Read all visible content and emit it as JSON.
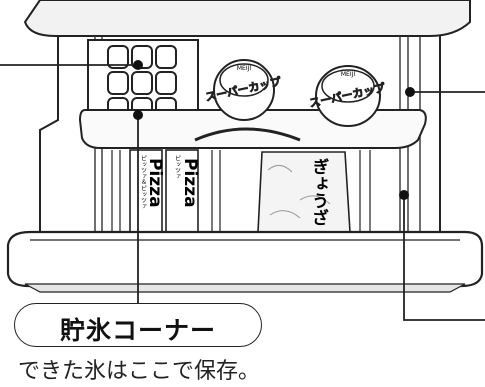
{
  "callout": {
    "label": "貯氷コーナー",
    "caption": "できた氷はここで保存。"
  },
  "package_text": {
    "cup_logo": "スーパーカップ",
    "cup_brand": "MEIJI",
    "pizza_word": "Pizza",
    "pizza_small": "ピッツァ",
    "pizza_small2": "ピッツァ＆ピッツァ",
    "bag_text": "ぎょうざ"
  },
  "colors": {
    "line": "#222222",
    "fill": "#ffffff",
    "shade": "#e6e6e6"
  }
}
